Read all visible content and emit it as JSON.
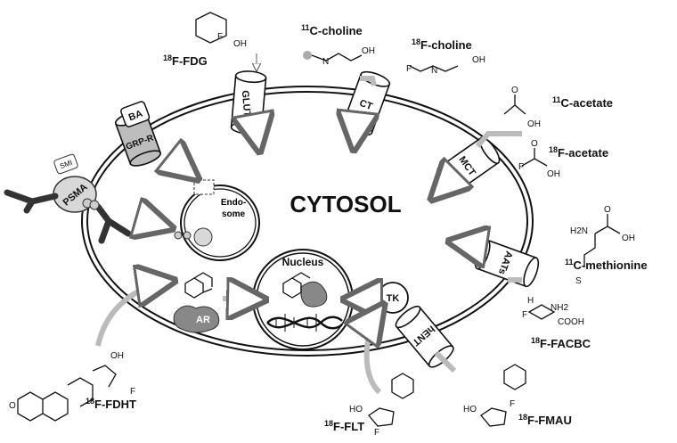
{
  "cell": {
    "cytosol_label": "CYTOSOL"
  },
  "organelles": {
    "nucleus_label": "Nucleus",
    "endosome_label_line1": "Endo-",
    "endosome_label_line2": "some",
    "ar_label": "AR",
    "tk_label": "TK"
  },
  "transporters": {
    "glut": "GLUT",
    "ct": "CT",
    "mct": "MCT",
    "aats": "AATs",
    "hent": "hENT",
    "ba": "BA",
    "grpr": "GRP-R",
    "psma": "PSMA",
    "smi": "SMI"
  },
  "tracers": {
    "fdg": {
      "mass": "18",
      "name": "F-FDG"
    },
    "c_choline": {
      "mass": "11",
      "name": "C-choline"
    },
    "f_choline": {
      "mass": "18",
      "name": "F-choline"
    },
    "c_acetate": {
      "mass": "11",
      "name": "C-acetate"
    },
    "f_acetate": {
      "mass": "18",
      "name": "F-acetate"
    },
    "c_methionine": {
      "mass": "11",
      "name": "C-methionine"
    },
    "facbc": {
      "mass": "18",
      "name": "F-FACBC"
    },
    "fmau": {
      "mass": "18",
      "name": "F-FMAU"
    },
    "flt": {
      "mass": "18",
      "name": "F-FLT"
    },
    "fdht": {
      "mass": "18",
      "name": "F-FDHT"
    }
  },
  "atoms": {
    "oh": "OH",
    "o": "O",
    "f": "F",
    "n": "N",
    "h2n": "H2N",
    "nh2": "NH2",
    "cooh": "COOH",
    "s": "S",
    "ho": "HO",
    "h": "H"
  }
}
